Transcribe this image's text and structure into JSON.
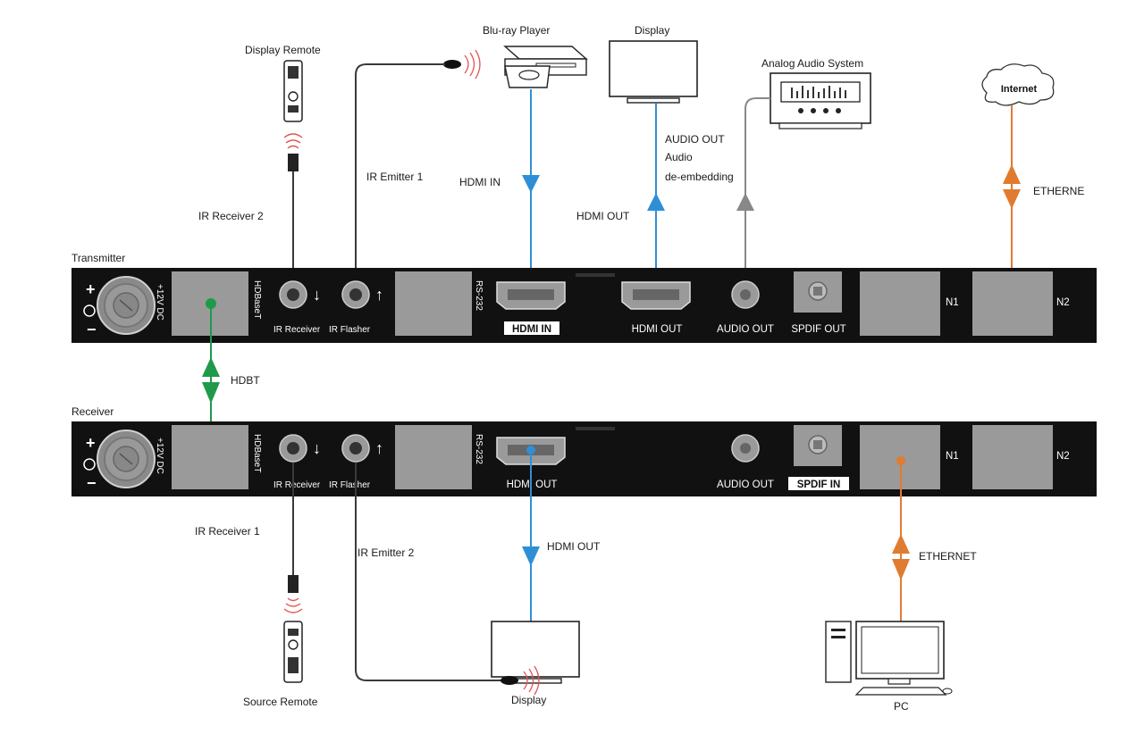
{
  "labels": {
    "display_remote": "Display Remote",
    "bluray_player": "Blu-ray Player",
    "display_top": "Display",
    "analog_audio_system": "Analog Audio System",
    "internet": "Internet",
    "ir_emitter_1": "IR Emitter 1",
    "ir_receiver_2": "IR Receiver 2",
    "hdmi_in_link": "HDMI IN",
    "hdmi_out_link_top": "HDMI OUT",
    "audio_out_link": "AUDIO OUT",
    "audio_link_line2": "Audio",
    "audio_link_line3": "de-embedding",
    "ethernet_top": "ETHERNE",
    "hdbt": "HDBT",
    "ir_receiver_1": "IR Receiver 1",
    "ir_emitter_2": "IR Emitter 2",
    "hdmi_out_link_bottom": "HDMI OUT",
    "ethernet_bottom": "ETHERNET",
    "source_remote": "Source Remote",
    "display_bottom": "Display",
    "pc": "PC"
  },
  "transmitter": {
    "title": "Transmitter",
    "power": "+12V DC",
    "hdbaset": "HDBaseT",
    "ir_receiver": "IR Receiver",
    "ir_flasher": "IR Flasher",
    "rs232": "RS-232",
    "hdmi_in": "HDMI IN",
    "hdmi_out": "HDMI OUT",
    "audio_out": "AUDIO OUT",
    "spdif_out": "SPDIF OUT",
    "n1": "N1",
    "n2": "N2"
  },
  "receiver": {
    "title": "Receiver",
    "power": "+12V DC",
    "hdbaset": "HDBaseT",
    "ir_receiver": "IR Receiver",
    "ir_flasher": "IR Flasher",
    "rs232": "RS-232",
    "hdmi_out": "HDMI OUT",
    "audio_out": "AUDIO OUT",
    "spdif_in": "SPDIF IN",
    "n1": "N1",
    "n2": "N2"
  },
  "colors": {
    "hdmi": "#2e8fd6",
    "hdbt": "#1f9a4a",
    "ethernet": "#e07b30",
    "audio": "#888888",
    "ir_cable": "#3a3a3a",
    "panel": "#111111",
    "port_fill": "#9a9a9a"
  }
}
